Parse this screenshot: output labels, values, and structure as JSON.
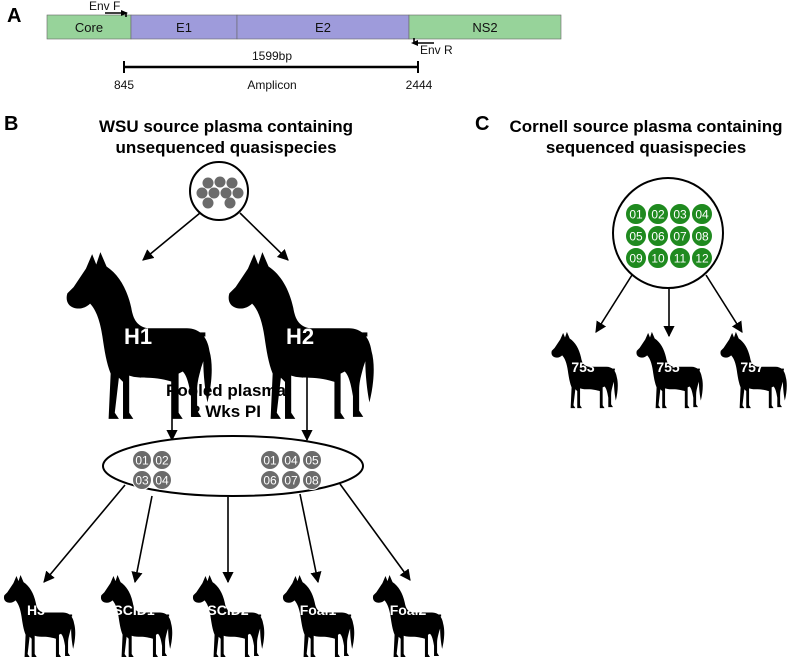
{
  "panel_a": {
    "label": "A",
    "genome": [
      {
        "name": "Core",
        "color": "#97d39a"
      },
      {
        "name": "E1",
        "color": "#9e9bdb"
      },
      {
        "name": "E2",
        "color": "#9e9bdb"
      },
      {
        "name": "NS2",
        "color": "#97d39a"
      }
    ],
    "primer_f": "Env F",
    "primer_r": "Env R",
    "amplicon_size": "1599bp",
    "amplicon_start": "845",
    "amplicon_end": "2444",
    "amplicon_label": "Amplicon"
  },
  "panel_b": {
    "label": "B",
    "title_line1": "WSU source plasma containing",
    "title_line2": "unsequenced quasispecies",
    "horses": [
      "H1",
      "H2"
    ],
    "pooled_line1": "Pooled plasma",
    "pooled_line2": "2 Wks PI",
    "group1": [
      "01",
      "02",
      "03",
      "04"
    ],
    "group2": [
      "01",
      "04",
      "05",
      "06",
      "07",
      "08"
    ],
    "recipients": [
      "H3",
      "SCID1",
      "SCID2",
      "Foal1",
      "Foal2"
    ],
    "source_color": "#6b6b6b"
  },
  "panel_c": {
    "label": "C",
    "title_line1": "Cornell source plasma containing",
    "title_line2": "sequenced quasispecies",
    "quasispecies": [
      "01",
      "02",
      "03",
      "04",
      "05",
      "06",
      "07",
      "08",
      "09",
      "10",
      "11",
      "12"
    ],
    "recipients": [
      "753",
      "755",
      "757"
    ],
    "qs_color": "#1f8a1f"
  }
}
